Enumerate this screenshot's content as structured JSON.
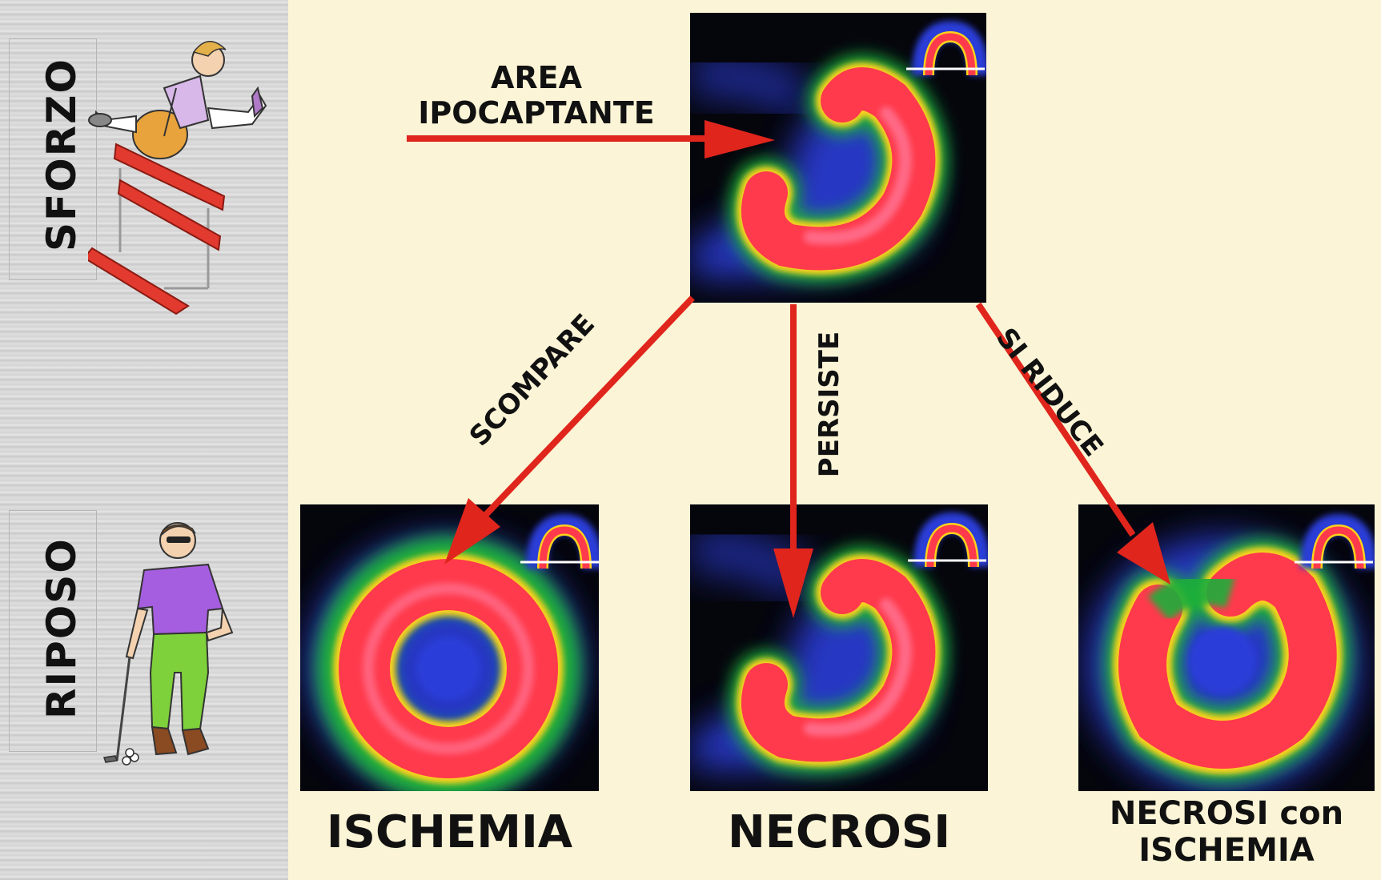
{
  "sidebar": {
    "top_label": "SFORZO",
    "bottom_label": "RIPOSO"
  },
  "annotation": {
    "line1": "AREA",
    "line2": "IPOCAPTANTE"
  },
  "arrows": {
    "left": "SCOMPARE",
    "middle": "PERSISTE",
    "right": "SI RIDUCE"
  },
  "captions": {
    "left": "ISCHEMIA",
    "middle": "NECROSI",
    "right_line1": "NECROSI con",
    "right_line2": "ISCHEMIA"
  },
  "colors": {
    "arrow": "#e0251c",
    "background": "#fbf4d6",
    "scan_background": "#05050c",
    "hot": "#ff4466",
    "warm": "#ffd21a",
    "mid": "#1fae3a",
    "cool": "#2a3ed8"
  },
  "icons": [
    "hurdler-illustration",
    "golfer-illustration"
  ]
}
